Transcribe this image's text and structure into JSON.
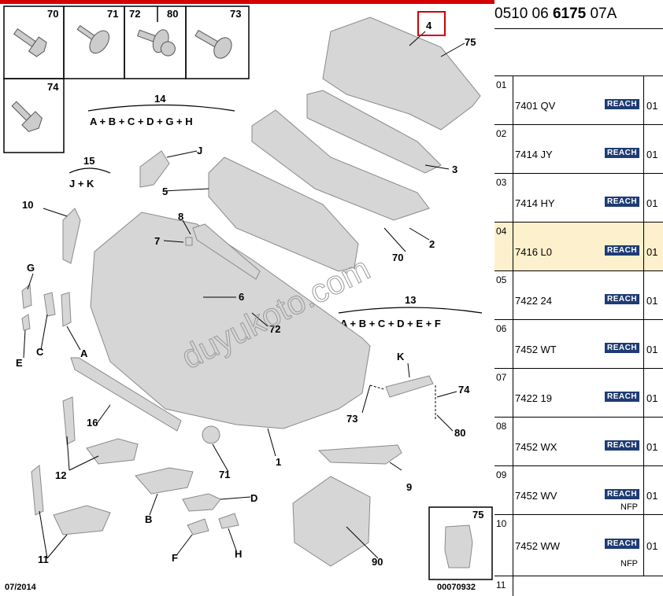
{
  "reference": {
    "part1": "0510 06 ",
    "part2": "6175",
    "part3": " 07A"
  },
  "footer": {
    "date": "07/2014",
    "code": "00070932"
  },
  "watermark": "duyukoto.com",
  "boxes": {
    "top": [
      "70",
      "71",
      "72",
      "80",
      "73"
    ],
    "b74": "74",
    "b75": "75"
  },
  "groups": {
    "g14": {
      "num": "14",
      "text": "A + B + C + D + G + H"
    },
    "g15": {
      "num": "15",
      "text": "J + K"
    },
    "g13": {
      "num": "13",
      "text": "A + B + C + D + E + F"
    }
  },
  "callouts": [
    "1",
    "2",
    "3",
    "4",
    "5",
    "6",
    "7",
    "8",
    "9",
    "10",
    "11",
    "12",
    "16",
    "70",
    "71",
    "72",
    "73",
    "74",
    "75",
    "80",
    "90",
    "A",
    "B",
    "C",
    "D",
    "E",
    "F",
    "G",
    "H",
    "J",
    "K"
  ],
  "rows": [
    {
      "num": "01",
      "code": "7401 QV",
      "reach": "REACH",
      "qty": "01",
      "note": ""
    },
    {
      "num": "02",
      "code": "7414 JY",
      "reach": "REACH",
      "qty": "01",
      "note": ""
    },
    {
      "num": "03",
      "code": "7414 HY",
      "reach": "REACH",
      "qty": "01",
      "note": ""
    },
    {
      "num": "04",
      "code": "7416 L0",
      "reach": "REACH",
      "qty": "01",
      "note": ""
    },
    {
      "num": "05",
      "code": "7422 24",
      "reach": "REACH",
      "qty": "01",
      "note": ""
    },
    {
      "num": "06",
      "code": "7452 WT",
      "reach": "REACH",
      "qty": "01",
      "note": ""
    },
    {
      "num": "07",
      "code": "7422 19",
      "reach": "REACH",
      "qty": "01",
      "note": ""
    },
    {
      "num": "08",
      "code": "7452 WX",
      "reach": "REACH",
      "qty": "01",
      "note": ""
    },
    {
      "num": "09",
      "code": "7452 WV",
      "reach": "REACH",
      "qty": "01",
      "note": "NFP"
    },
    {
      "num": "10",
      "code": "7452 WW",
      "reach": "REACH",
      "qty": "01",
      "note": "NFP"
    },
    {
      "num": "11",
      "code": "",
      "reach": "",
      "qty": "",
      "note": ""
    }
  ],
  "colors": {
    "topbar": "#d40000",
    "selected": "#fdf0cc",
    "reach": "#1f3b73",
    "highlight": "#d40000"
  }
}
